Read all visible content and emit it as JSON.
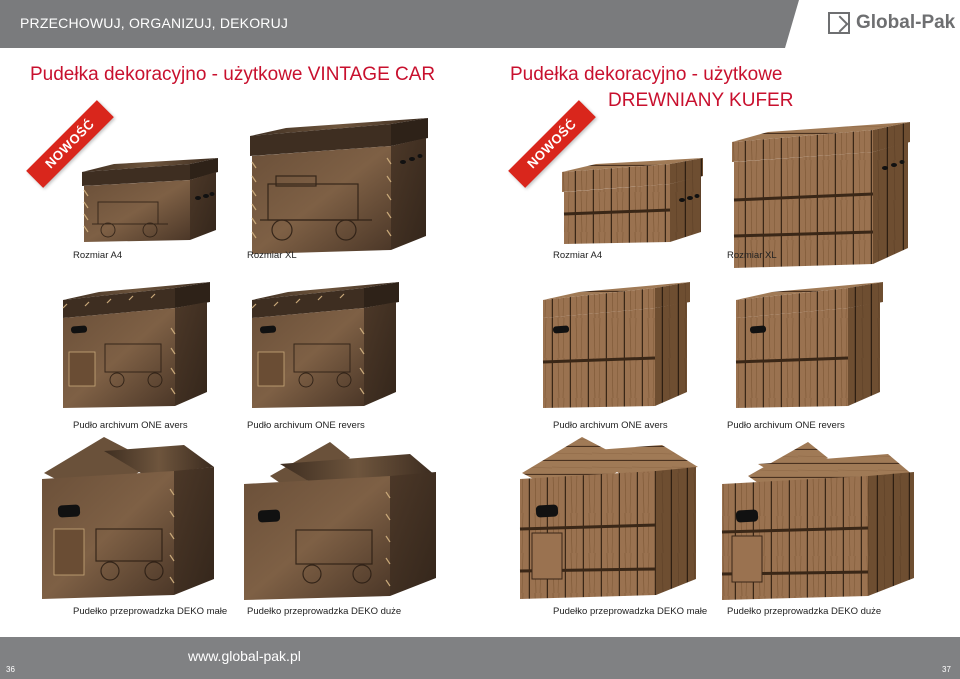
{
  "header": {
    "tagline": "PRZECHOWUJ, ORGANIZUJ, DEKORUJ",
    "logo_text": "Global-Pak"
  },
  "sections": {
    "vintage_title": "Pudełka dekoracyjno - użytkowe VINTAGE CAR",
    "kufer_title_line1": "Pudełka dekoracyjno - użytkowe",
    "kufer_title_line2": "DREWNIANY KUFER",
    "badge": "NOWOŚĆ"
  },
  "captions": {
    "row1": [
      "Rozmiar A4",
      "Rozmiar XL",
      "Rozmiar A4",
      "Rozmiar XL"
    ],
    "row2": [
      "Pudło archivum ONE avers",
      "Pudło archivum ONE revers",
      "Pudło archivum ONE avers",
      "Pudło archivum ONE revers"
    ],
    "row3": [
      "Pudełko przeprowadzka DEKO małe",
      "Pudełko przeprowadzka DEKO duże",
      "Pudełko przeprowadzka DEKO małe",
      "Pudełko przeprowadzka DEKO duże"
    ]
  },
  "footer": {
    "url": "www.global-pak.pl",
    "page_left": "36",
    "page_right": "37"
  },
  "colors": {
    "accent_red": "#c8102e",
    "bar_gray": "#7a7b7d",
    "vintage_brown": "#5a4431",
    "wood_brown": "#7a5634"
  }
}
